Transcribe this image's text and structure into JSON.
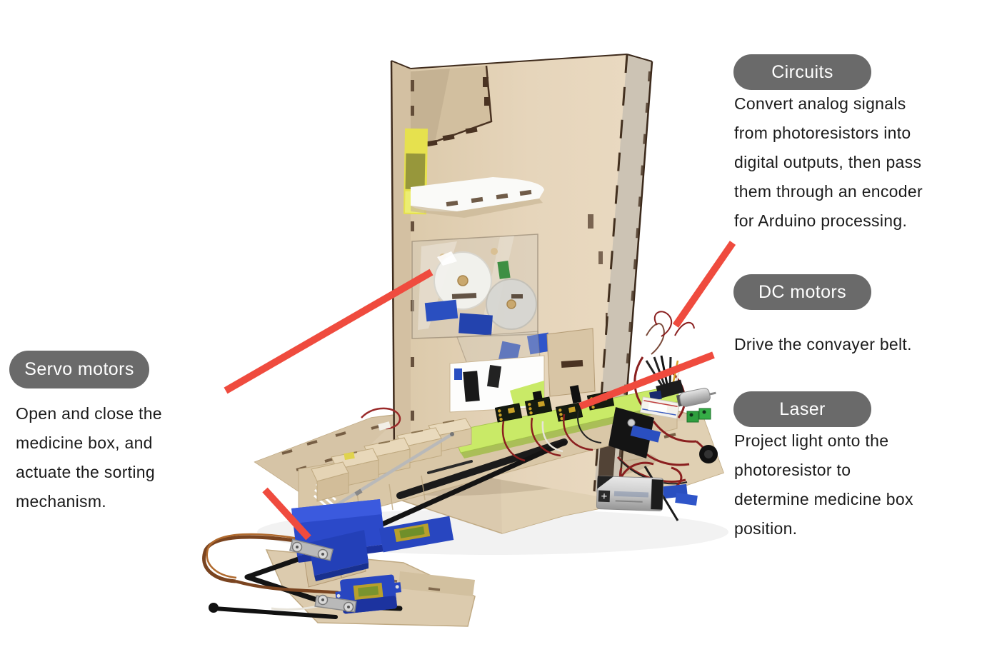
{
  "annotations": {
    "circuits": {
      "label": "Circuits",
      "description": "Convert analog signals\nfrom photoresistors into\ndigital outputs, then pass\nthem through an encoder\nfor Arduino processing."
    },
    "dc_motors": {
      "label": "DC motors",
      "description": "Drive the convayer belt."
    },
    "laser": {
      "label": "Laser",
      "description": "Project light onto the\nphotoresistor to\ndetermine medicine box\nposition."
    },
    "servo_motors": {
      "label": "Servo motors",
      "description": "Open and close the\nmedicine box, and\nactuate the sorting\nmechanism."
    }
  },
  "battery": {
    "polarity_mark": "+"
  },
  "colors": {
    "badge_bg": "#6a6a6a",
    "badge_text": "#ffffff",
    "annotation_line": "#ef4b3e",
    "body_text": "#1b1b1b",
    "belt_green": "#c9ea67",
    "mdf_face": "#e3d2b7",
    "servo_blue": "#2b49c9",
    "tape_blue": "#2a4fc0",
    "tape_yellow": "#e6e14e"
  }
}
